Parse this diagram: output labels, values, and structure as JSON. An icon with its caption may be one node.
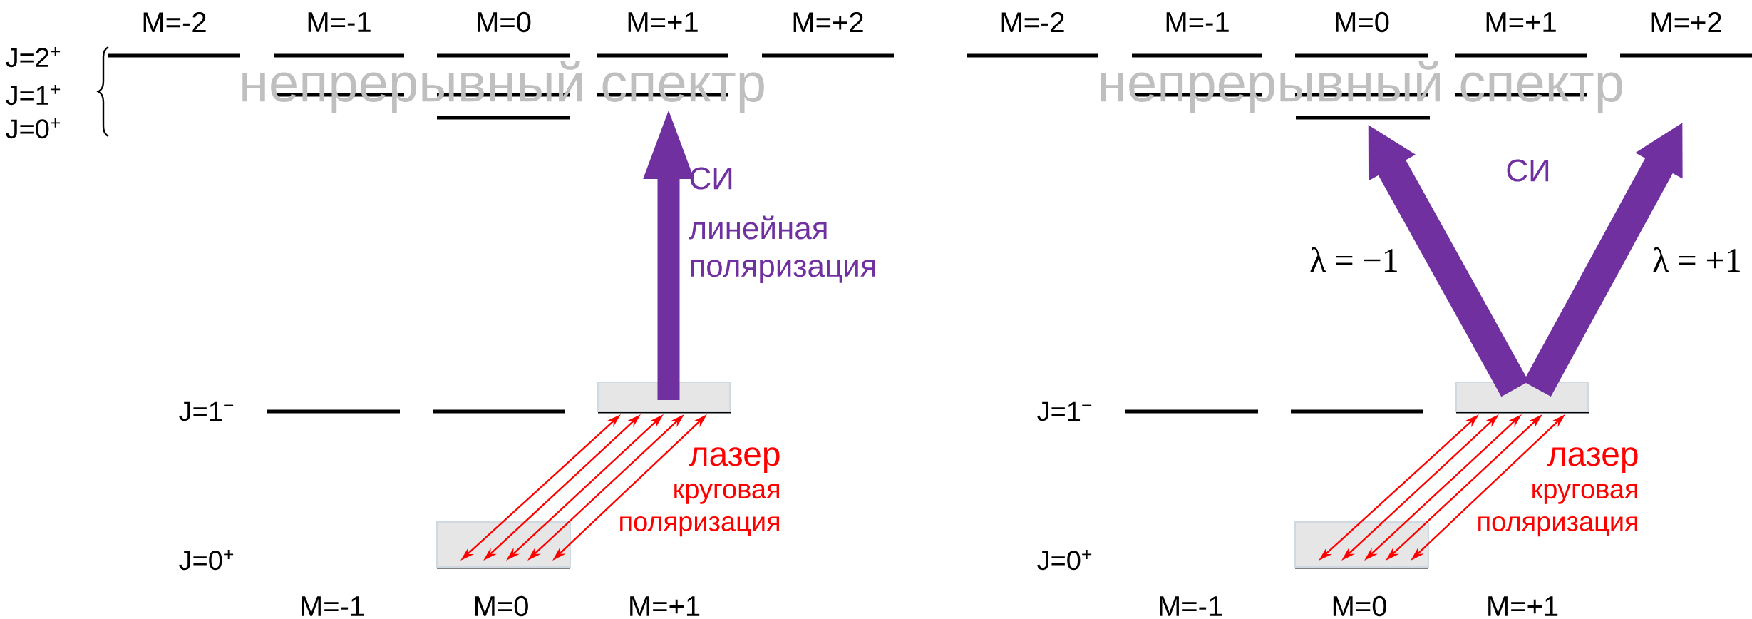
{
  "diagram": {
    "nodes": [
      {
        "text": [],
        "shape": "box"
      },
      {
        "text": [],
        "shape": "box"
      },
      {
        "text": [],
        "shape": "bar"
      },
      {
        "text": [],
        "shape": "box"
      },
      {
        "text": [],
        "shape": "box"
      },
      {
        "text": [],
        "shape": "bar"
      }
    ],
    "edges": [
      {
        "from": 1,
        "to": 0,
        "arrow": "both"
      },
      {
        "from": 1,
        "to": 0,
        "arrow": "both"
      },
      {
        "from": 1,
        "to": 0,
        "arrow": "both"
      },
      {
        "from": 1,
        "to": 0,
        "arrow": "both"
      },
      {
        "from": 1,
        "to": 0,
        "arrow": "both"
      },
      {
        "from": 0,
        "to": 2,
        "arrow": "to",
        "style": "thick",
        "color": "#7030a0"
      },
      {
        "from": 4,
        "to": 3,
        "arrow": "both"
      },
      {
        "from": 4,
        "to": 3,
        "arrow": "both"
      },
      {
        "from": 4,
        "to": 3,
        "arrow": "both"
      },
      {
        "from": 4,
        "to": 3,
        "arrow": "both"
      },
      {
        "from": 4,
        "to": 3,
        "arrow": "both"
      },
      {
        "from": 3,
        "to": 5,
        "arrow": "to",
        "style": "thick",
        "color": "#7030a0"
      },
      {
        "from": 3,
        "to": null,
        "arrow": "to",
        "style": "thick",
        "color": "#7030a0"
      }
    ],
    "labels": [
      "M=-2",
      "M=-1",
      "M=0",
      "M=+1",
      "M=+2",
      "M=-2",
      "M=-1",
      "M=0",
      "M=+1",
      "M=+2",
      "J=2$^{+}$",
      "J=1$^{+}$",
      "J=0$^{+}$",
      "непрерывный спектр",
      "непрерывный спектр",
      "СИ",
      "линейная поляризация",
      "СИ",
      "λ = −1",
      "λ = +1",
      "J=1$^{−}$",
      "J=1$^{−}$",
      "лазер",
      "круговая поляризация",
      "лазер",
      "круговая поляризация",
      "J=0$^{+}$",
      "J=0$^{+}$",
      "M=-1",
      "M=0",
      "M=+1",
      "M=-1",
      "M=0",
      "M=+1"
    ]
  }
}
